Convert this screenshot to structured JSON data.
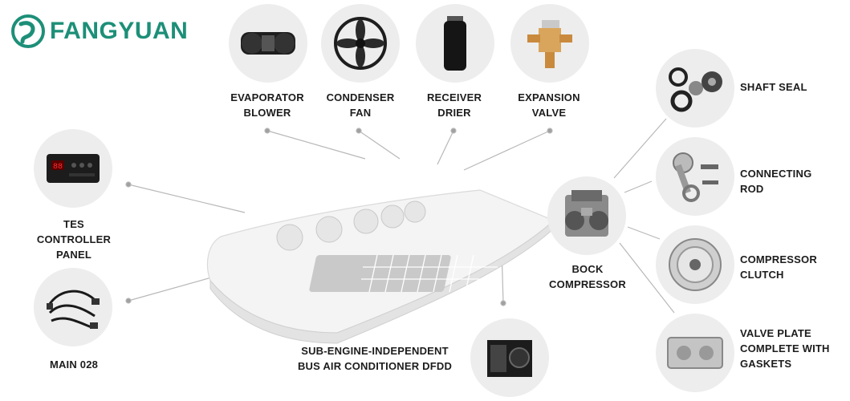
{
  "brand": {
    "name": "FANGYUAN",
    "color": "#1d8f78"
  },
  "parts": {
    "evaporator_blower": "EVAPORATOR\nBLOWER",
    "condenser_fan": "CONDENSER\nFAN",
    "receiver_drier": "RECEIVER\nDRIER",
    "expansion_valve": "EXPANSION\nVALVE",
    "shaft_seal": "SHAFT SEAL",
    "connecting_rod": "CONNECTING\nROD",
    "compressor_clutch": "COMPRESSOR\nCLUTCH",
    "valve_plate": "VALVE PLATE\nCOMPLETE WITH\nGASKETS",
    "tes_controller": "TES\nCONTROLLER\nPANEL",
    "main_028": "MAIN 028",
    "bock_compressor": "BOCK\nCOMPRESSOR",
    "main_unit": "SUB-ENGINE-INDEPENDENT\nBUS AIR CONDITIONER DFDD"
  },
  "controller_display": "88",
  "colors": {
    "circle": "#ededed",
    "line": "#b8b8b8",
    "text": "#1c1c1c"
  }
}
